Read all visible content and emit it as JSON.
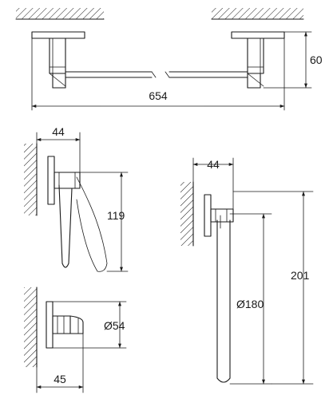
{
  "figure": {
    "views": {
      "front": {
        "width_dim": "654",
        "height_dim": "60"
      },
      "side_holder": {
        "depth_dim": "44",
        "height_dim": "119"
      },
      "hook": {
        "depth_dim": "45",
        "diameter_dim": "Ø54"
      },
      "towel_ring": {
        "depth_dim": "44",
        "height_dim": "201",
        "diameter_dim": "Ø180"
      }
    },
    "colors": {
      "line": "#1a1a1a",
      "background": "#ffffff"
    }
  }
}
